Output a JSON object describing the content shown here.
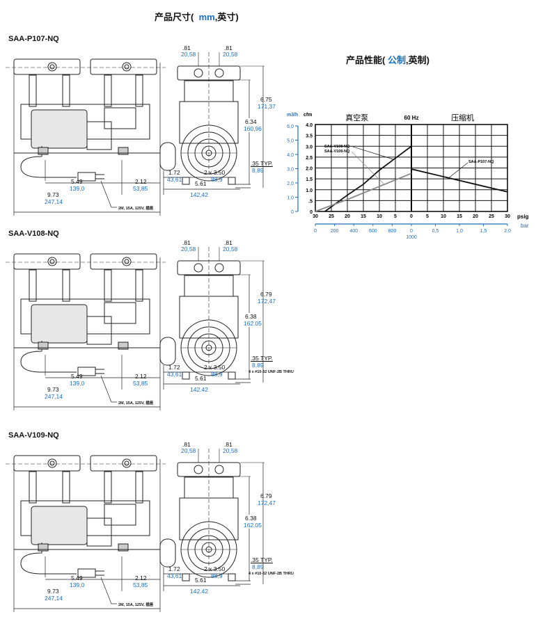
{
  "page": {
    "title_prefix": "产品尺寸(",
    "title_unit": "mm",
    "title_suffix": ",英寸)"
  },
  "performance": {
    "title_prefix": "产品性能(",
    "title_metric": "公制",
    "title_suffix": ",英制)"
  },
  "models": [
    {
      "name": "SAA-P107-NQ",
      "port1_in": ".81",
      "port1_mm": "20,58",
      "port2_in": ".81",
      "port2_mm": "20,58",
      "h1_in": "6.75",
      "h1_mm": "171,37",
      "h2_in": "6.34",
      "h2_mm": "160,96",
      "typ_in": ".35 TYP.",
      "typ_mm": "8,89",
      "a_in": "1.72",
      "a_mm": "43,61",
      "b_in": "2 x 3.50",
      "b_mm": "88,9",
      "c_in": "5.61",
      "c_mm": "142,42",
      "d_in": "5.49",
      "d_mm": "139,0",
      "e_in": "2.12",
      "e_mm": "53,85",
      "f_in": "9.73",
      "f_mm": "247,14",
      "cable": "2M,  15A,  125V,  插座",
      "thread": ""
    },
    {
      "name": "SAA-V108-NQ",
      "port1_in": ".81",
      "port1_mm": "20,58",
      "port2_in": ".81",
      "port2_mm": "20,58",
      "h1_in": "6.79",
      "h1_mm": "172,47",
      "h2_in": "6.38",
      "h2_mm": "162.05",
      "typ_in": ".35 TYP.",
      "typ_mm": "8,89",
      "a_in": "1.72",
      "a_mm": "43,61",
      "b_in": "2 x 3.50",
      "b_mm": "88,9",
      "c_in": "5.61",
      "c_mm": "142.42",
      "d_in": "5.49",
      "d_mm": "139,0",
      "e_in": "2.12",
      "e_mm": "53,85",
      "f_in": "9.73",
      "f_mm": "247,14",
      "cable": "2M,  15A,  125V,  插座",
      "thread": "4 x #10-32 UNF-2B THRU"
    },
    {
      "name": "SAA-V109-NQ",
      "port1_in": ".81",
      "port1_mm": "20,58",
      "port2_in": ".81",
      "port2_mm": "20,58",
      "h1_in": "6.79",
      "h1_mm": "172,47",
      "h2_in": "6.38",
      "h2_mm": "162.05",
      "typ_in": ".35 TYP.",
      "typ_mm": "8,89",
      "a_in": "1.72",
      "a_mm": "43,61",
      "b_in": "2 x 3.50",
      "b_mm": "88,9",
      "c_in": "5.61",
      "c_mm": "142.42",
      "d_in": "5.49",
      "d_mm": "139,0",
      "e_in": "2.12",
      "e_mm": "53,85",
      "f_in": "9.73",
      "f_mm": "247,14",
      "cable": "2M,  15A,  125V,  插座",
      "thread": "4 x #10-32 UNF-2B THRU"
    }
  ],
  "chart_data": {
    "type": "line",
    "title": "60 Hz",
    "left_label": "真空泵",
    "right_label": "压缩机",
    "ylabel_metric": "m3/h",
    "ylabel_imperial": "cfm",
    "xlabel_imperial": "psig",
    "xlabel_metric": "bar",
    "ylim": [
      0,
      4.0
    ],
    "y_ticks": [
      "0",
      ".5",
      "1.0",
      "1.5",
      "2.0",
      "2.5",
      "3.0",
      "3.5",
      "4.0"
    ],
    "y_metric_ticks": [
      "0",
      "1,0",
      "2,0",
      "3,0",
      "4,0",
      "5,0",
      "6,0"
    ],
    "x_ticks": [
      "30",
      "25",
      "20",
      "15",
      "10",
      "5",
      "0",
      "5",
      "10",
      "15",
      "20",
      "25",
      "30"
    ],
    "x_metric_ticks_vacuum": [
      "0",
      "200",
      "400",
      "600",
      "800"
    ],
    "x_metric_ticks_pressure": [
      "0",
      "0,5",
      "1,0",
      "1,5",
      "2,0"
    ],
    "x_metric_mid": "1000",
    "series": [
      {
        "name": "SAA-V108-NQ",
        "side": "vacuum",
        "color": "#111111",
        "points": [
          [
            27,
            0
          ],
          [
            20,
            0.75
          ],
          [
            15,
            1.25
          ],
          [
            10,
            1.9
          ],
          [
            5,
            2.45
          ],
          [
            0,
            3.0
          ]
        ]
      },
      {
        "name": "SAA-V109-NQ",
        "side": "vacuum",
        "color": "#888888",
        "points": [
          [
            30,
            0
          ],
          [
            20,
            0.55
          ],
          [
            10,
            1.15
          ],
          [
            0,
            1.75
          ]
        ]
      },
      {
        "name": "SAA-P107-NQ",
        "side": "pressure",
        "color": "#111111",
        "points": [
          [
            0,
            1.95
          ],
          [
            10,
            1.6
          ],
          [
            20,
            1.25
          ],
          [
            30,
            0.9
          ]
        ]
      }
    ]
  }
}
